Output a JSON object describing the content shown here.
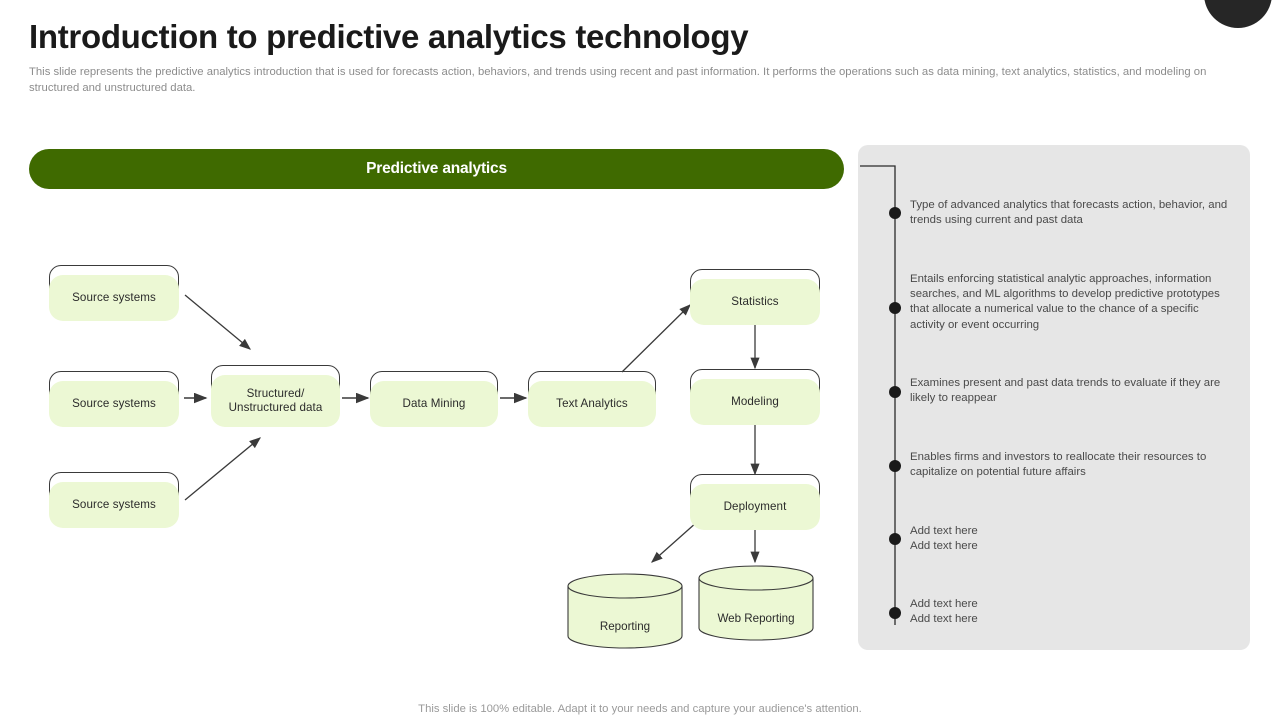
{
  "slide": {
    "title": "Introduction to predictive analytics technology",
    "subtitle": "This slide represents the predictive analytics introduction that is used for forecasts action, behaviors, and trends using recent and past information. It performs the operations such as data mining, text analytics, statistics, and modeling on structured and unstructured data.",
    "footer": "This slide is 100% editable. Adapt it to your needs and capture your audience's attention.",
    "accent_color": "#3f6a00",
    "node_fill_color": "#ecf8d4",
    "panel_color": "#e6e6e6"
  },
  "banner": {
    "label": "Predictive analytics"
  },
  "diagram": {
    "nodes": [
      {
        "id": "source-systems-1",
        "label": "Source systems"
      },
      {
        "id": "source-systems-2",
        "label": "Source systems"
      },
      {
        "id": "source-systems-3",
        "label": "Source systems"
      },
      {
        "id": "structured-unstructured-data",
        "label": "Structured/\nUnstructured data"
      },
      {
        "id": "data-mining",
        "label": "Data Mining"
      },
      {
        "id": "text-analytics",
        "label": "Text Analytics"
      },
      {
        "id": "statistics",
        "label": "Statistics"
      },
      {
        "id": "modeling",
        "label": "Modeling"
      },
      {
        "id": "deployment",
        "label": "Deployment"
      }
    ],
    "node_labels": {
      "source_systems_1": "Source systems",
      "source_systems_2": "Source systems",
      "source_systems_3": "Source systems",
      "structured_line_1": "Structured/",
      "structured_line_2": "Unstructured data",
      "data_mining": "Data Mining",
      "text_analytics": "Text Analytics",
      "statistics": "Statistics",
      "modeling": "Modeling",
      "deployment": "Deployment"
    },
    "datastores": {
      "reporting": "Reporting",
      "web_reporting": "Web Reporting"
    }
  },
  "info_panel": {
    "items": [
      "Type of advanced analytics that forecasts action, behavior, and trends using current and past data",
      "Entails enforcing statistical analytic approaches, information searches, and ML algorithms to develop predictive prototypes that allocate a numerical value to the chance of a specific activity or event occurring",
      "Examines present and past data trends to evaluate if they are likely to reappear",
      "Enables firms and investors to reallocate their resources to capitalize on potential future affairs",
      "Add text here\nAdd text here",
      "Add text here\nAdd text here"
    ],
    "item_1": "Type of advanced analytics that forecasts action, behavior, and trends using current and past data",
    "item_2": "Entails enforcing statistical analytic approaches, information searches, and ML algorithms to develop predictive prototypes that allocate a numerical value to the chance of a specific activity or event occurring",
    "item_3": "Examines present and past data trends to evaluate if they are likely to reappear",
    "item_4": "Enables firms and investors to reallocate their resources to capitalize on potential future affairs",
    "item_5_line_1": "Add text here",
    "item_5_line_2": "Add text here",
    "item_6_line_1": "Add text here",
    "item_6_line_2": "Add text here"
  }
}
